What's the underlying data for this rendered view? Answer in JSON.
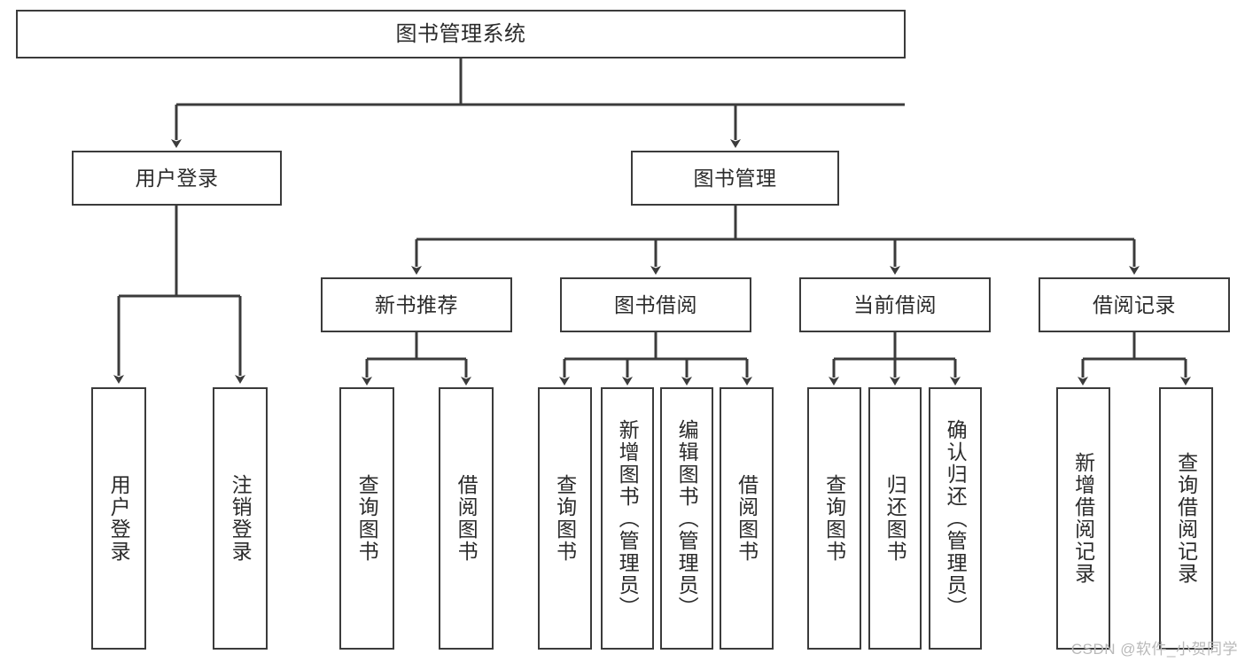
{
  "diagram": {
    "title": "图书管理系统",
    "watermark": "CSDN @软件_小贺同学",
    "stroke_color": "#3b3b3b",
    "text_color": "#2b2b2b",
    "background": "#ffffff",
    "levels": {
      "root": {
        "label": "图书管理系统"
      },
      "level2": [
        {
          "label": "用户登录"
        },
        {
          "label": "图书管理"
        }
      ],
      "level3": [
        {
          "label": "新书推荐"
        },
        {
          "label": "图书借阅"
        },
        {
          "label": "当前借阅"
        },
        {
          "label": "借阅记录"
        }
      ],
      "leaves": {
        "user_login": [
          {
            "label": "用户登录"
          },
          {
            "label": "注销登录"
          }
        ],
        "new_book_recommend": [
          {
            "label": "查询图书"
          },
          {
            "label": "借阅图书"
          }
        ],
        "book_borrow": [
          {
            "label": "查询图书"
          },
          {
            "label": "新增图书（管理员）"
          },
          {
            "label": "编辑图书（管理员）"
          },
          {
            "label": "借阅图书"
          }
        ],
        "current_borrow": [
          {
            "label": "查询图书"
          },
          {
            "label": "归还图书"
          },
          {
            "label": "确认归还（管理员）"
          }
        ],
        "borrow_record": [
          {
            "label": "新增借阅记录"
          },
          {
            "label": "查询借阅记录"
          }
        ]
      }
    }
  }
}
